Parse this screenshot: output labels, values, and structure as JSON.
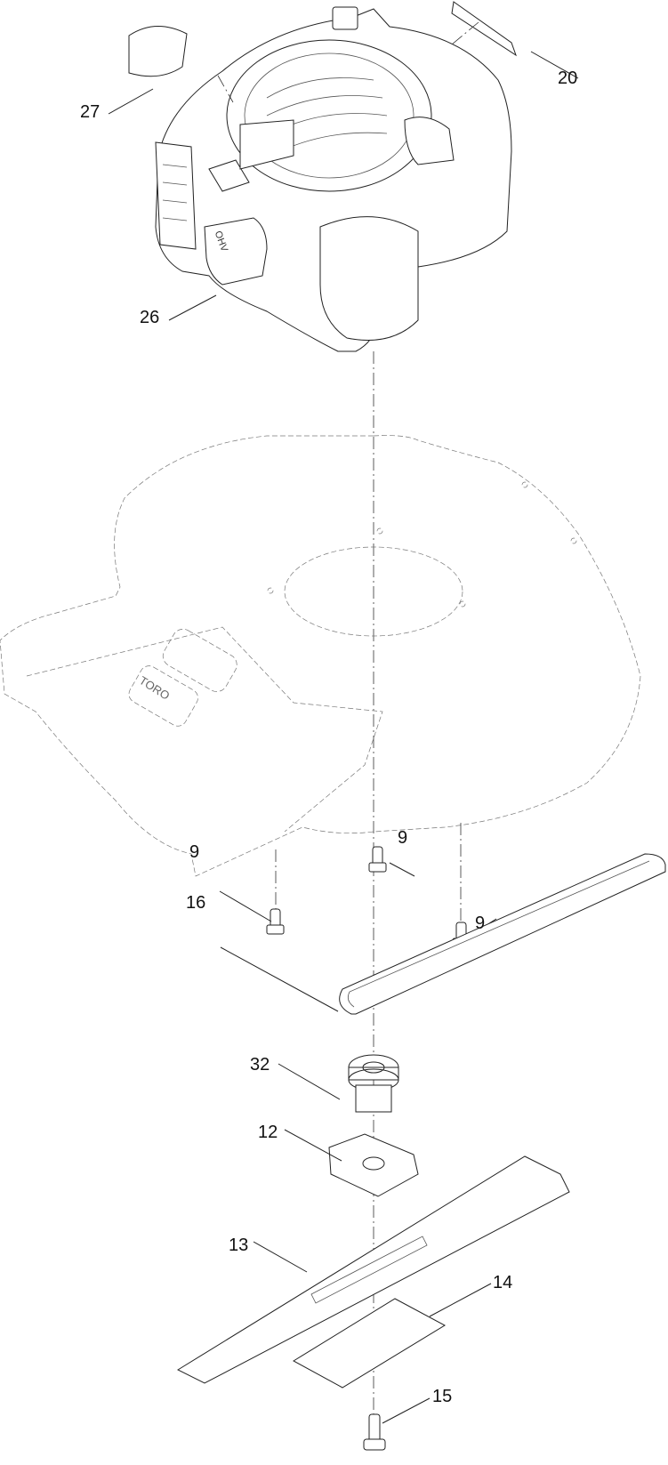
{
  "diagram": {
    "type": "exploded-parts-view",
    "subject": "Engine, deck, belt, and blade assembly",
    "deck_logo": "TORO",
    "engine_badge": "OHV",
    "parts": [
      {
        "id": "engine_decal_left",
        "callout": "27"
      },
      {
        "id": "engine_decal_right",
        "callout": "20"
      },
      {
        "id": "air_filter",
        "callout": "26"
      },
      {
        "id": "bolt_left",
        "callout": "9"
      },
      {
        "id": "bolt_center",
        "callout": "9"
      },
      {
        "id": "bolt_right",
        "callout": "9"
      },
      {
        "id": "belt",
        "callout": "16"
      },
      {
        "id": "pulley",
        "callout": "32"
      },
      {
        "id": "blade_adapter",
        "callout": "12"
      },
      {
        "id": "blade",
        "callout": "13"
      },
      {
        "id": "stiffener",
        "callout": "14"
      },
      {
        "id": "blade_bolt",
        "callout": "15"
      }
    ]
  }
}
